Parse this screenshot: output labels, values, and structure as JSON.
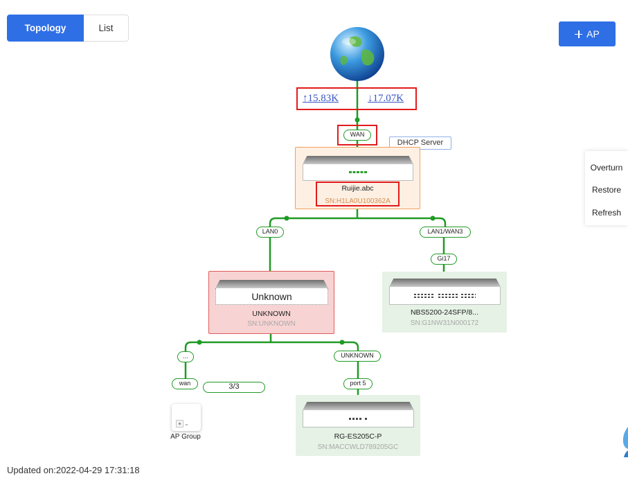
{
  "colors": {
    "accent": "#2f6fe6",
    "link": "#1f9a24",
    "highlight": "#e21b1b",
    "gateway_border": "#f0a05a",
    "gateway_bg": "#fdf0e3",
    "alert_border": "#e05a5a",
    "alert_bg": "#f8d3d3",
    "online_bg": "#e5f2e5"
  },
  "view_tabs": [
    {
      "label": "Topology",
      "active": true
    },
    {
      "label": "List",
      "active": false
    }
  ],
  "add_ap_button": {
    "icon": "plus-icon",
    "label": "AP"
  },
  "internet": {
    "icon": "globe-icon",
    "upload": "↑15.83K",
    "download": "↓17.07K"
  },
  "gateway": {
    "uplink_port": "WAN",
    "role_tag": "DHCP Server",
    "name": "Ruijie.abc",
    "sn": "SN:H1LA0U100362A"
  },
  "gateway_ports": {
    "left": "LAN0",
    "right": "LAN1/WAN3"
  },
  "unknown_device": {
    "image_label": "Unknown",
    "name": "UNKNOWN",
    "sn": "SN:UNKNOWN"
  },
  "switch": {
    "uplink_port": "Gi17",
    "name": "NBS5200-24SFP/8...",
    "sn": "SN:G1NW31N000172"
  },
  "unknown_ports": {
    "left": "...",
    "right": "UNKNOWN"
  },
  "ap_group": {
    "icon": "access-point-icon",
    "uplink_port": "wan",
    "count": "3/3",
    "label": "AP Group"
  },
  "access_switch": {
    "uplink_port": "port 5",
    "name": "RG-ES205C-P",
    "sn": "SN:MACCWLD789205GC"
  },
  "side_menu": [
    {
      "label": "Overturn"
    },
    {
      "label": "Restore"
    },
    {
      "label": "Refresh"
    }
  ],
  "footer": {
    "updated": "Updated on:2022-04-29 17:31:18"
  }
}
